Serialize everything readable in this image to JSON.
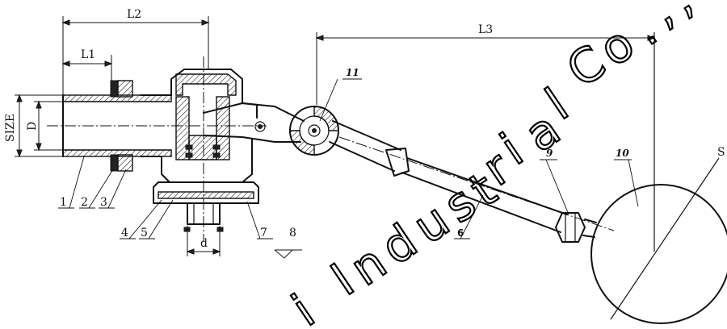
{
  "dimensions": {
    "l1": "L1",
    "l2": "L2",
    "l3": "L3",
    "size": "SIZE",
    "d_upper": "D",
    "d_lower": "d",
    "s": "S"
  },
  "part_labels": {
    "p1": "1",
    "p2": "2",
    "p3": "3",
    "p4": "4",
    "p5": "5",
    "p6": "6",
    "p7": "7",
    "p8": "8",
    "p9": "9",
    "p10": "10",
    "p11": "11"
  },
  "watermark": {
    "c1": "I",
    "c2": "n",
    "c3": "d",
    "c4": "u",
    "c5": "s",
    "c6": "t",
    "c7": "r",
    "c8": "i",
    "c9": "a",
    "c10": "l",
    "c11": "C",
    "c12": "o",
    "c13": ".",
    "c14": ",",
    "c15": "i",
    "c16": ","
  }
}
